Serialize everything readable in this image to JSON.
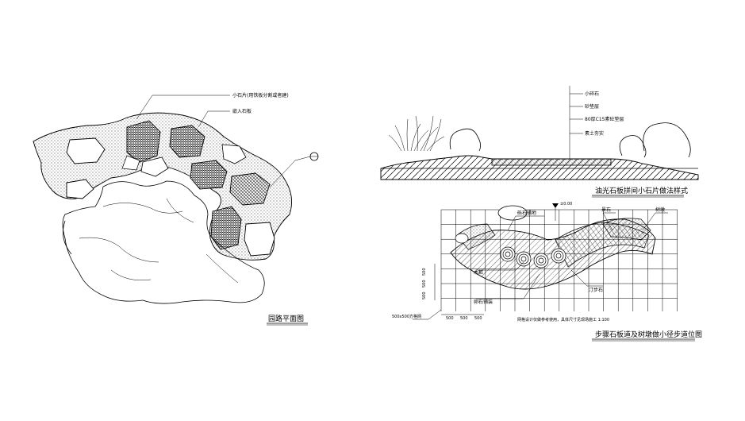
{
  "plan": {
    "title": "园路平面图",
    "labels": {
      "pebble_note": "小石片(用铁板分割或者建)",
      "stone_note": "嵌入石板"
    }
  },
  "section": {
    "title": "油光石板拼间小石片做法样式",
    "layers": [
      "小碎石",
      "砂垫层",
      "80厚C15素砼垫层",
      "素土夯实"
    ]
  },
  "layout": {
    "title": "步骤石板道及树墩做小径步道位图",
    "grid_note": "500x500方格网",
    "dims": [
      "500",
      "500",
      "500"
    ],
    "vdims": [
      "500",
      "500",
      "500"
    ],
    "note": "网格设计仅做参考使用，具体尺寸见现场施工 1:100",
    "callouts": [
      "砾石铺地",
      "景石",
      "树墩",
      "木桩",
      "卵石铺装",
      "汀步石"
    ],
    "elev": "±0.00"
  }
}
